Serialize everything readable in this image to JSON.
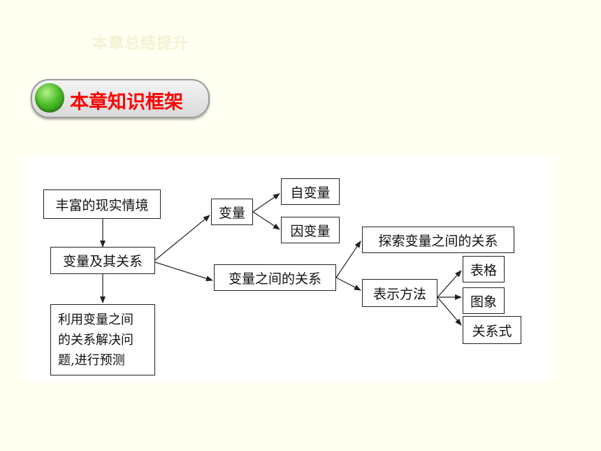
{
  "header": {
    "faded_title": "本章总结提升",
    "section_label": "本章知识框架"
  },
  "diagram": {
    "nodes": {
      "rich_reality": "丰富的现实情境",
      "variables_relations": "变量及其关系",
      "use_relations": "利用变量之间\n的关系解决问\n题,进行预测",
      "variable": "变量",
      "independent": "自变量",
      "dependent": "因变量",
      "relation_between": "变量之间的关系",
      "explore": "探索变量之间的关系",
      "representation": "表示方法",
      "table": "表格",
      "graph": "图象",
      "formula": "关系式"
    }
  }
}
